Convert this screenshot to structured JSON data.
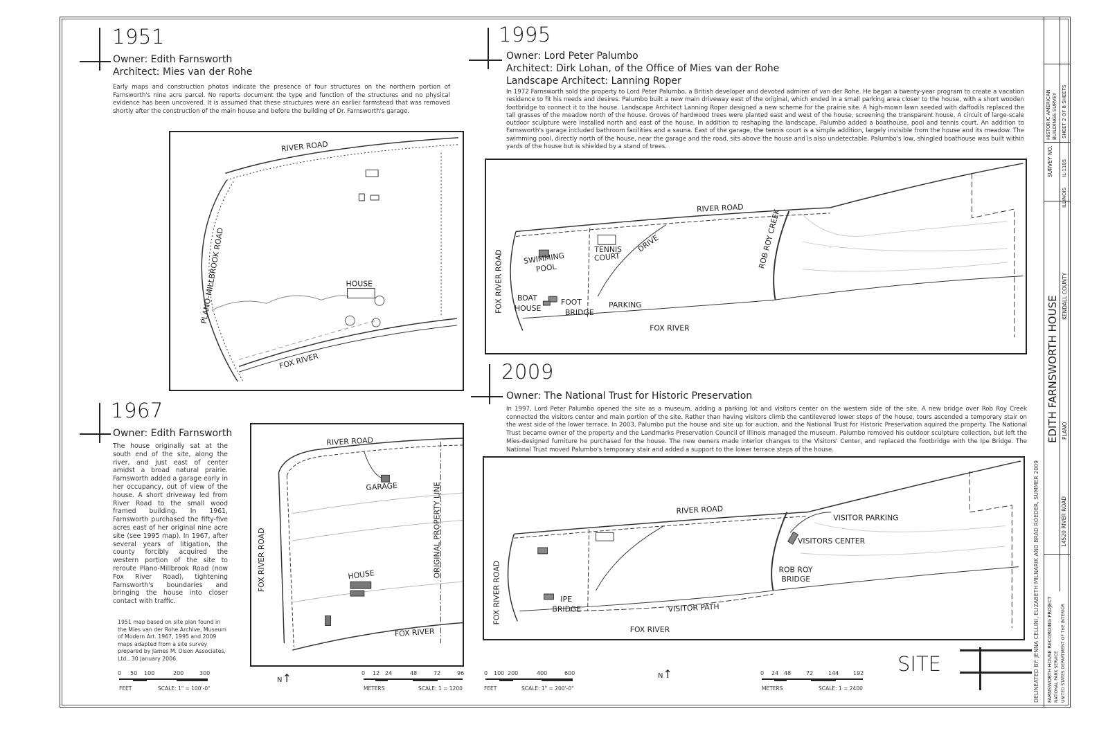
{
  "sections": {
    "s1951": {
      "year": "1951",
      "owner": "Owner: Edith Farnsworth",
      "architect": "Architect: Mies van der Rohe",
      "text": "Early maps and construction photos indicate the presence of four structures on the northern portion of Farnsworth's nine acre parcel.  No reports document the type and function of the structures and no physical evidence has been uncovered.  It is assumed that these structures were an earlier farmstead that was removed shortly after the construction of the main house and before the building of Dr. Farnsworth's garage.",
      "map_labels": {
        "river_road": "RIVER ROAD",
        "plano_road": "PLANO-MILLBROOK ROAD",
        "house": "HOUSE",
        "fox_river": "FOX RIVER"
      }
    },
    "s1967": {
      "year": "1967",
      "owner": "Owner: Edith Farnsworth",
      "text": "The house originally sat at the south end of the site, along the river, and just east of center amidst a broad natural prairie.  Farnsworth added a garage early in her occupancy, out of view of the house.  A short driveway led from River Road to the small wood framed building. In 1961, Farnsworth purchased the fifty-five acres east of her original nine acre site (see 1995 map). In 1967, after several years of litigation, the county forcibly acquired the western portion of the site to reroute Plano-Millbrook Road (now Fox River Road), tightening Farnsworth's boundaries and bringing the house into closer contact with traffic.",
      "note": "1951 map based on site plan found in the Mies van der Rohe Archive, Museum of Modern Art. 1967, 1995 and 2009 maps adapted from a site survey prepared by James M. Olson Associates, Ltd., 30 January 2006.",
      "map_labels": {
        "river_road": "RIVER ROAD",
        "garage": "GARAGE",
        "fox_river_road": "FOX RIVER ROAD",
        "house": "HOUSE",
        "property_line": "ORIGINAL PROPERTY LINE",
        "fox_river": "FOX RIVER"
      }
    },
    "s1995": {
      "year": "1995",
      "owner": "Owner: Lord Peter Palumbo",
      "architect": "Architect: Dirk Lohan, of the Office of Mies van der Rohe",
      "landscape": "Landscape Architect: Lanning Roper",
      "text": "In 1972 Farnsworth sold the property to Lord Peter Palumbo, a British developer and devoted admirer of van der Rohe. He began a twenty-year program to create a vacation residence to fit his needs and desires.  Palumbo built a new main driveway east of the original, which ended in a small parking area closer to the house, with a short wooden footbridge to connect it to the house. Landscape Architect Lanning Roper designed a new scheme for the prairie site. A high-mown lawn seeded with daffodils replaced the tall grasses of the meadow north of the house. Groves of hardwood trees were planted east and west of the house, screening the transparent house. A circuit of large-scale outdoor sculpture were installed north and east of the house. In addition to reshaping the landscape, Palumbo added a boathouse, pool and tennis court. An addition to Farnsworth's garage included bathroom facilities and a sauna. East of the garage, the tennis court is a simple addition, largely invisible from the house and its meadow. The swimming pool, directly north of the house, near the garage and the road, sits above the house and is also undetectable. Palumbo's low, shingled boathouse was built within yards of the house but is shielded by a stand of trees.",
      "map_labels": {
        "river_road": "RIVER ROAD",
        "swimming": "SWIMMING",
        "pool": "POOL",
        "tennis": "TENNIS",
        "court": "COURT",
        "drive": "DRIVE",
        "rob_roy_creek": "ROB ROY CREEK",
        "fox_river_road": "FOX RIVER ROAD",
        "boat": "BOAT",
        "house": "HOUSE",
        "foot": "FOOT",
        "bridge": "BRIDGE",
        "parking": "PARKING",
        "fox_river": "FOX RIVER"
      }
    },
    "s2009": {
      "year": "2009",
      "owner": "Owner: The National Trust for Historic Preservation",
      "text": "In 1997, Lord Peter Palumbo opened the site as a museum, adding a parking lot and visitors center on the western side of the site. A new bridge over Rob Roy Creek connected the visitors center and main portion of the site. Rather than having visitors climb the cantilevered lower steps of the house, tours ascended a temporary stair on the west side of the lower terrace.  In 2003, Palumbo put the house and site up for auction, and the National Trust for Historic Preservation  aquired the property. The National Trust became owner of the property and the Landmarks Preservation Council of Illinois managed the museum. Palumbo removed his outdoor sculpture collection, but left the Mies-designed furniture he purchased for the house. The new owners made interior changes to the Visitors' Center, and replaced the footbridge with the Ipe Bridge. The National Trust moved Palumbo's temporary stair and added a support to the lower terrace steps of the house.",
      "map_labels": {
        "river_road": "RIVER ROAD",
        "visitor_parking": "VISITOR PARKING",
        "visitors_center": "VISITORS CENTER",
        "rob_roy": "ROB ROY",
        "bridge": "BRIDGE",
        "fox_river_road": "FOX RIVER ROAD",
        "ipe": "IPE",
        "ipe_bridge": "BRIDGE",
        "visitor_path": "VISITOR PATH",
        "fox_river": "FOX RIVER"
      }
    }
  },
  "scales": [
    {
      "ticks": [
        "0",
        "50",
        "100",
        "200",
        "300"
      ],
      "unit": "FEET",
      "scale": "SCALE: 1\" = 100'-0\""
    },
    {
      "ticks": [
        "0",
        "12",
        "24",
        "48",
        "72",
        "96"
      ],
      "unit": "METERS",
      "scale": "SCALE: 1 = 1200"
    },
    {
      "ticks": [
        "0",
        "100",
        "200",
        "400",
        "600"
      ],
      "unit": "FEET",
      "scale": "SCALE: 1\" = 200'-0\""
    },
    {
      "ticks": [
        "0",
        "24",
        "48",
        "72",
        "144",
        "192"
      ],
      "unit": "METERS",
      "scale": "SCALE: 1 = 2400"
    }
  ],
  "north": "N",
  "site_label": "SITE",
  "title_block": {
    "title": "EDITH FARNSWORTH HOUSE",
    "county": "KENDALL COUNTY",
    "city": "PLANO",
    "state": "ILLINOIS",
    "address": "14520 RIVER ROAD",
    "survey_label": "SURVEY NO.",
    "survey_no": "IL-1105",
    "habs": "HISTORIC AMERICAN BUILDINGS SURVEY",
    "sheet": "SHEET 2 OF 8 SHEETS",
    "delineated": "DELINEATED BY: JENNA CELLINI, ELIZABETH MILNARIK AND BRAD ROEDER, SUMMER 2009",
    "project": "FARNSWORTH HOUSE RECORDING PROJECT",
    "nps": "NATIONAL PARK SERVICE",
    "doi": "UNITED STATES DEPARTMENT OF THE INTERIOR"
  }
}
